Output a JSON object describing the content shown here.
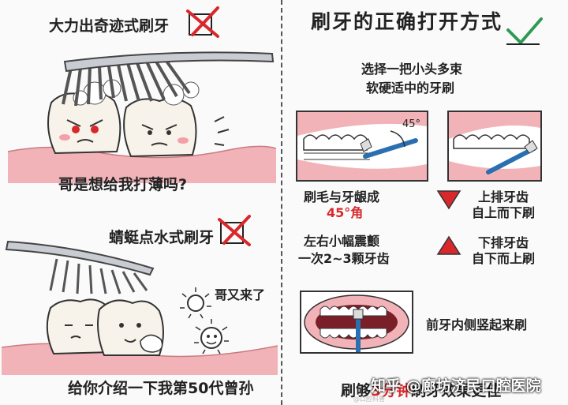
{
  "left": {
    "title1": "大力出奇迹式刷牙",
    "caption1": "哥是想给我打薄吗?",
    "title2": "蜻蜓点水式刷牙",
    "speech": "哥又来了",
    "caption2": "给你介绍一下我第50代曾孙"
  },
  "right": {
    "title": "刷牙的正确打开方式",
    "choose_line1": "选择一把小头多束",
    "choose_line2": "软硬适中的牙刷",
    "angle_label": "45°",
    "step1_line1": "刷毛与牙龈成",
    "step1_line2": "45°角",
    "upper_line1": "上排牙齿",
    "upper_line2": "自上而下刷",
    "vibrate_line1": "左右小幅震颤",
    "vibrate_line2": "一次2~3颗牙齿",
    "lower_line1": "下排牙齿",
    "lower_line2": "自下而上刷",
    "inner": "前牙内侧竖起来刷",
    "bottom": "刷够",
    "bottom_red": "3分钟",
    "bottom_rest": "刷牙效果更佳"
  },
  "watermark": {
    "text": "知乎 @廊坊济民口腔医院",
    "small": "@口腔科普"
  },
  "colors": {
    "accent_red": "#d8282b",
    "gum_pink": "#f2b3b8",
    "check_green": "#2e9a55",
    "brush_blue": "#2a6fb0"
  }
}
